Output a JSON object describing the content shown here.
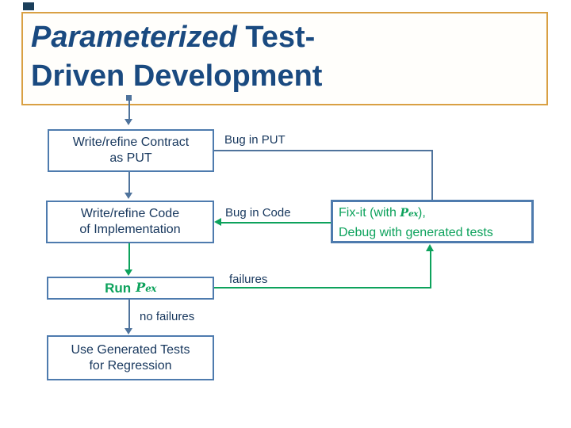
{
  "slide": {
    "title": {
      "italic_part": "Parameterized",
      "rest_line1": " Test-",
      "line2": "Driven Development"
    },
    "flow": {
      "box_contract": {
        "line1": "Write/refine Contract",
        "line2": "as PUT"
      },
      "box_code": {
        "line1": "Write/refine Code",
        "line2": "of Implementation"
      },
      "box_run": {
        "prefix": "Run"
      },
      "box_regression": {
        "line1": "Use Generated Tests",
        "line2": "for Regression"
      },
      "box_fixit": {
        "line1_prefix": "Fix-it (with ",
        "line1_suffix": "),",
        "line2": "Debug with generated tests"
      },
      "labels": {
        "bug_in_put": "Bug in PUT",
        "bug_in_code": "Bug in Code",
        "failures": "failures",
        "no_failures": "no failures"
      }
    },
    "pex_logo": {
      "p": "P",
      "ex": "ex"
    },
    "colors": {
      "navy_text": "#17375D",
      "title_navy": "#1A4A80",
      "box_border_blue": "#4E7BAE",
      "connector_blue": "#4F739C",
      "green": "#0DA25C",
      "orange_border": "#D9A043",
      "deco_navy": "#1B3F5B",
      "background": "#FFFFFF"
    }
  }
}
